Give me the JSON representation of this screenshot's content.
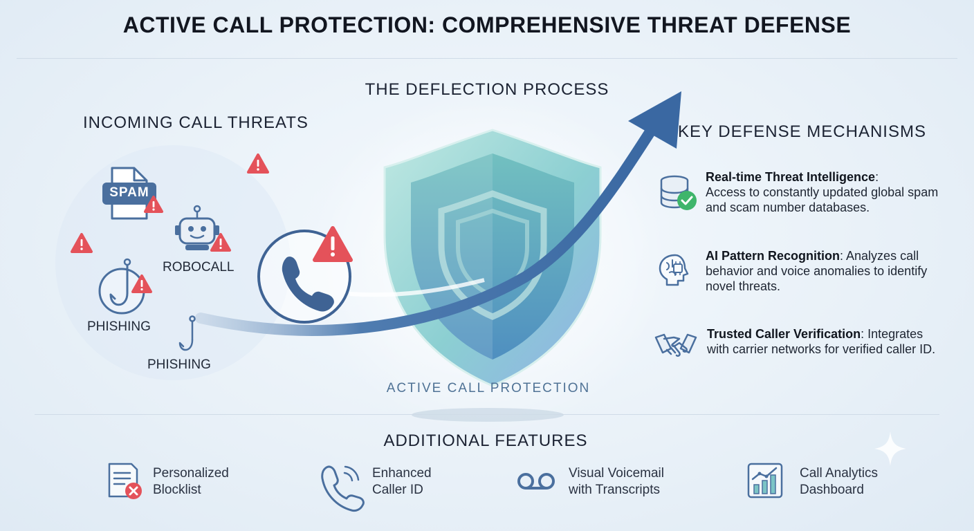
{
  "title": "ACTIVE CALL PROTECTION: COMPREHENSIVE THREAT DEFENSE",
  "deflection": {
    "heading": "THE DEFLECTION PROCESS",
    "shield_label": "ACTIVE CALL PROTECTION"
  },
  "threats": {
    "heading": "INCOMING CALL THREATS",
    "spam_badge": "SPAM",
    "robocall": "ROBOCALL",
    "phishing_1": "PHISHING",
    "phishing_2": "PHISHING"
  },
  "mechanisms": {
    "heading": "KEY DEFENSE MECHANISMS",
    "items": [
      {
        "title": "Real-time Threat Intelligence",
        "desc": "Access to constantly updated global spam and scam number databases.",
        "icon": "database-check-icon"
      },
      {
        "title": "AI Pattern Recognition",
        "desc": "Analyzes call behavior and voice anomalies to identify novel threats.",
        "icon": "ai-brain-icon"
      },
      {
        "title": "Trusted Caller Verification",
        "desc": "Integrates with carrier networks for verified caller ID.",
        "icon": "handshake-icon"
      }
    ]
  },
  "features": {
    "heading": "ADDITIONAL FEATURES",
    "items": [
      {
        "line1": "Personalized",
        "line2": "Blocklist",
        "icon": "blocklist-icon"
      },
      {
        "line1": "Enhanced",
        "line2": "Caller ID",
        "icon": "caller-id-icon"
      },
      {
        "line1": "Visual Voicemail",
        "line2": "with Transcripts",
        "icon": "voicemail-icon"
      },
      {
        "line1": "Call Analytics",
        "line2": "Dashboard",
        "icon": "analytics-icon"
      }
    ]
  },
  "colors": {
    "accent": "#3f6fa6",
    "warning": "#e4525a",
    "shield": "#7cc4c6",
    "success": "#3fb56b"
  }
}
